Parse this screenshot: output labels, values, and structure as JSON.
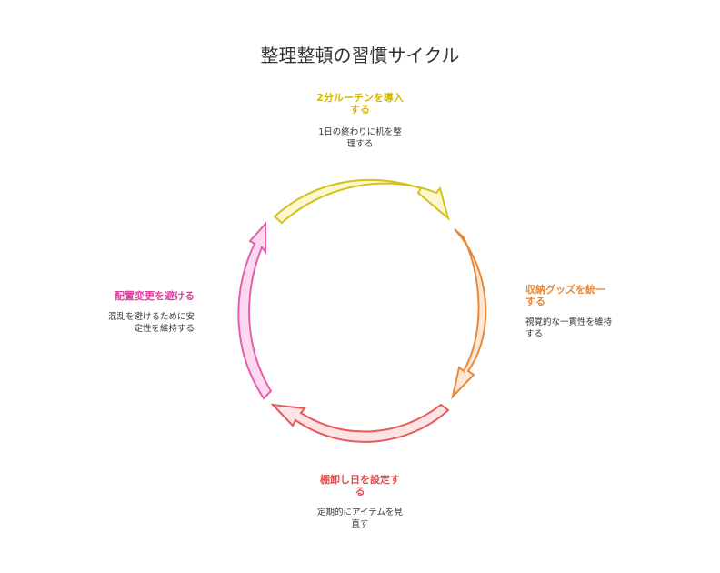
{
  "title": "整理整頓の習慣サイクル",
  "steps": [
    {
      "title_lines": [
        "2分ルーチンを導入",
        "する"
      ],
      "desc_lines": [
        "1日の終わりに机を整",
        "理する"
      ],
      "stroke": "#d6c11c",
      "fill": "#fbf8cf",
      "text_color": "#d4b800"
    },
    {
      "title_lines": [
        "収納グッズを統一",
        "する"
      ],
      "desc_lines": [
        "視覚的な一貫性を維持",
        "する"
      ],
      "stroke": "#e8893a",
      "fill": "#fde8d7",
      "text_color": "#e8893a"
    },
    {
      "title_lines": [
        "棚卸し日を設定す",
        "る"
      ],
      "desc_lines": [
        "定期的にアイテムを見",
        "直す"
      ],
      "stroke": "#e55a5a",
      "fill": "#fde4e4",
      "text_color": "#e34b4b"
    },
    {
      "title_lines": [
        "配置変更を避ける"
      ],
      "desc_lines": [
        "混乱を避けるために安",
        "定性を維持する"
      ],
      "stroke": "#e45fae",
      "fill": "#fcd9ee",
      "text_color": "#e03fa0"
    }
  ]
}
